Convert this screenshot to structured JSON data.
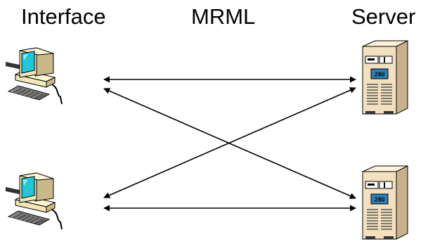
{
  "headings": {
    "interface": "Interface",
    "protocol": "MRML",
    "server": "Server"
  },
  "clients": [
    {
      "icon": "computer-icon",
      "screen_color": "#1ec8d8",
      "body_color": "#f3e7b8"
    },
    {
      "icon": "computer-icon",
      "screen_color": "#1ec8d8",
      "body_color": "#f3e7b8"
    }
  ],
  "servers": [
    {
      "icon": "server-tower-icon",
      "body_color": "#f3e0bf",
      "display": "28U"
    },
    {
      "icon": "server-tower-icon",
      "body_color": "#f3e0bf",
      "display": "28U"
    }
  ],
  "connections": [
    {
      "from": "client-1",
      "to": "server-1",
      "type": "bidirectional"
    },
    {
      "from": "client-1",
      "to": "server-2",
      "type": "bidirectional"
    },
    {
      "from": "client-2",
      "to": "server-1",
      "type": "bidirectional"
    },
    {
      "from": "client-2",
      "to": "server-2",
      "type": "bidirectional"
    }
  ],
  "colors": {
    "line": "#000000",
    "background": "#ffffff"
  }
}
